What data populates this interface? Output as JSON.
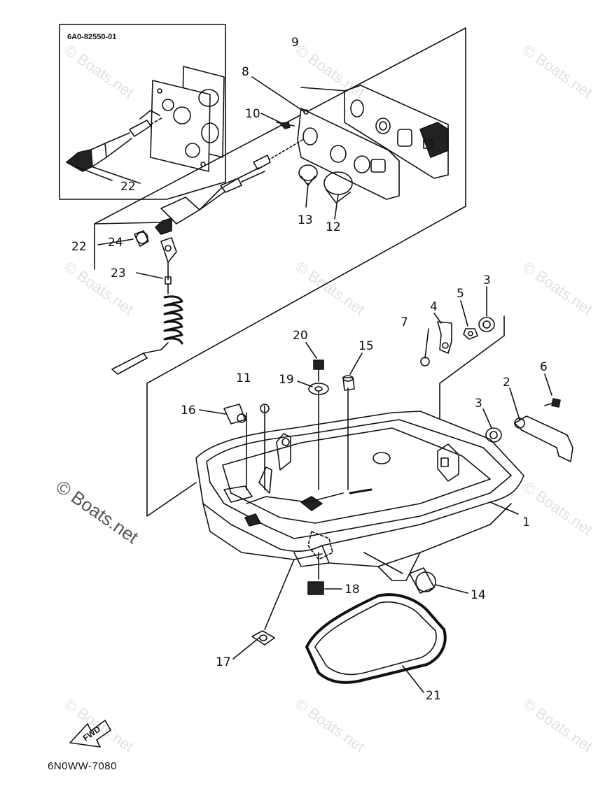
{
  "inset": {
    "part_code": "6A0-82550-01",
    "callout": "22"
  },
  "callouts": [
    "1",
    "2",
    "3",
    "3",
    "4",
    "5",
    "6",
    "7",
    "8",
    "9",
    "10",
    "11",
    "12",
    "13",
    "14",
    "15",
    "16",
    "17",
    "18",
    "19",
    "20",
    "21",
    "22",
    "23",
    "24"
  ],
  "footer": {
    "diagram_code": "6N0WW-7080",
    "direction_label": "FWD"
  },
  "watermark": {
    "text": "© Boats.net",
    "color": "#e2e2e2"
  }
}
